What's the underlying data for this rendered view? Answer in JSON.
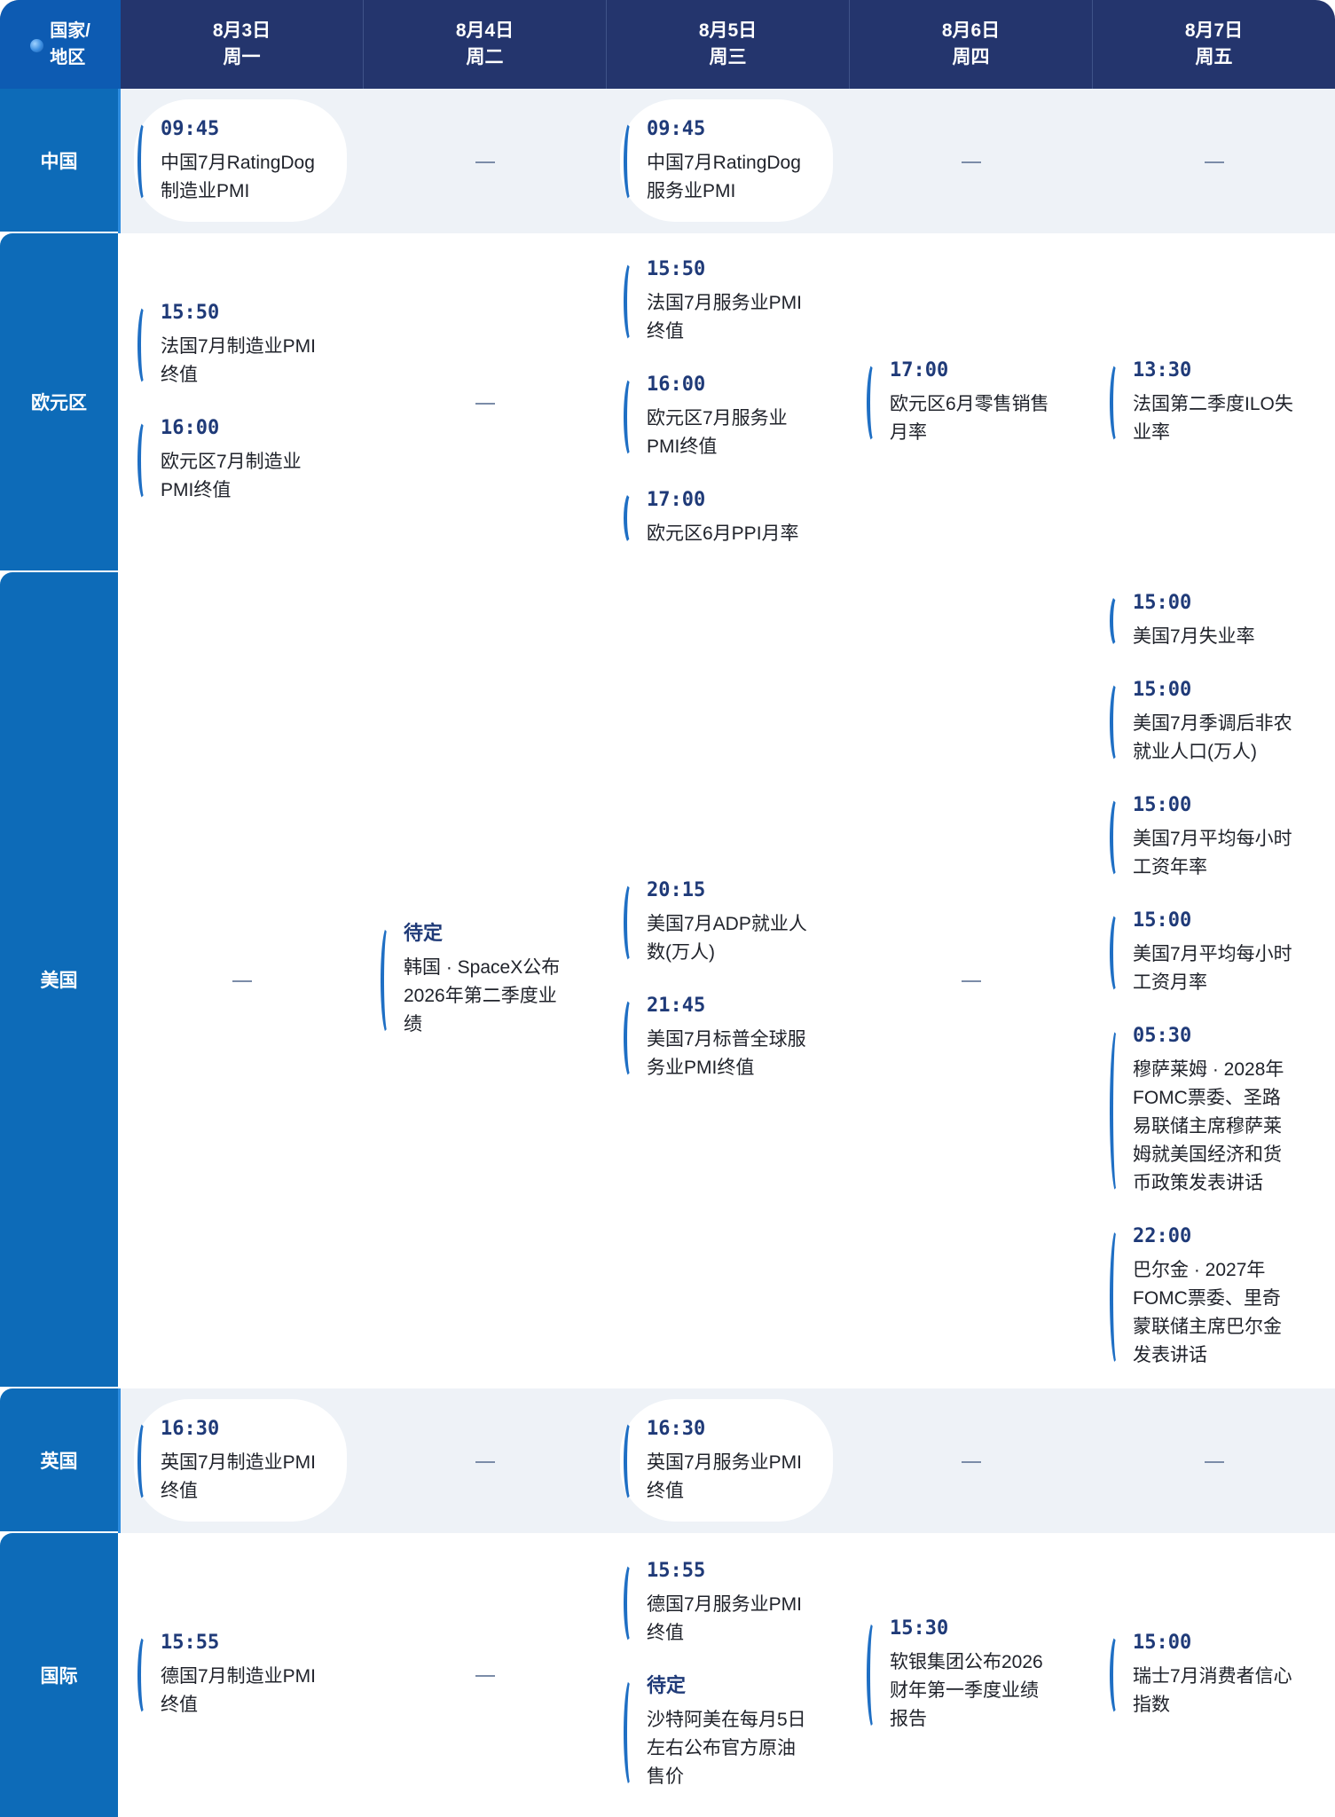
{
  "header": {
    "corner_label_1": "国家/",
    "corner_label_2": "地区",
    "globe_icon": "globe-icon",
    "days": [
      {
        "date": "8月3日",
        "weekday": "周一"
      },
      {
        "date": "8月4日",
        "weekday": "周二"
      },
      {
        "date": "8月5日",
        "weekday": "周三"
      },
      {
        "date": "8月6日",
        "weekday": "周四"
      },
      {
        "date": "8月7日",
        "weekday": "周五"
      }
    ]
  },
  "rows": [
    {
      "country": "中国",
      "shaded": true,
      "days": [
        [
          {
            "time": "09:45",
            "lines": [
              "中国7月RatingDog",
              "制造业PMI"
            ]
          }
        ],
        [],
        [
          {
            "time": "09:45",
            "lines": [
              "中国7月RatingDog",
              "服务业PMI"
            ]
          }
        ],
        [],
        []
      ]
    },
    {
      "country": "欧元区",
      "shaded": false,
      "days": [
        [
          {
            "time": "15:50",
            "lines": [
              "法国7月制造业PMI",
              "终值"
            ]
          },
          {
            "time": "16:00",
            "lines": [
              "欧元区7月制造业",
              "PMI终值"
            ]
          }
        ],
        [],
        [
          {
            "time": "15:50",
            "lines": [
              "法国7月服务业PMI",
              "终值"
            ]
          },
          {
            "time": "16:00",
            "lines": [
              "欧元区7月服务业",
              "PMI终值"
            ]
          },
          {
            "time": "17:00",
            "lines": [
              "欧元区6月PPI月率"
            ]
          }
        ],
        [
          {
            "time": "17:00",
            "lines": [
              "欧元区6月零售销售",
              "月率"
            ]
          }
        ],
        [
          {
            "time": "13:30",
            "lines": [
              "法国第二季度ILO失",
              "业率"
            ]
          }
        ]
      ]
    },
    {
      "country": "美国",
      "shaded": false,
      "days": [
        [],
        [
          {
            "time": "待定",
            "lines": [
              "韩国 · SpaceX公布",
              "2026年第二季度业",
              "绩"
            ]
          }
        ],
        [
          {
            "time": "20:15",
            "lines": [
              "美国7月ADP就业人",
              "数(万人)"
            ]
          },
          {
            "time": "21:45",
            "lines": [
              "美国7月标普全球服",
              "务业PMI终值"
            ]
          }
        ],
        [],
        [
          {
            "time": "15:00",
            "lines": [
              "美国7月失业率"
            ]
          },
          {
            "time": "15:00",
            "lines": [
              "美国7月季调后非农",
              "就业人口(万人)"
            ]
          },
          {
            "time": "15:00",
            "lines": [
              "美国7月平均每小时",
              "工资年率"
            ]
          },
          {
            "time": "15:00",
            "lines": [
              "美国7月平均每小时",
              "工资月率"
            ]
          },
          {
            "time": "05:30",
            "lines": [
              "穆萨莱姆 · 2028年",
              "FOMC票委、圣路",
              "易联储主席穆萨莱",
              "姆就美国经济和货",
              "币政策发表讲话"
            ]
          },
          {
            "time": "22:00",
            "lines": [
              "巴尔金 · 2027年",
              "FOMC票委、里奇",
              "蒙联储主席巴尔金",
              "发表讲话"
            ]
          }
        ]
      ]
    },
    {
      "country": "英国",
      "shaded": true,
      "days": [
        [
          {
            "time": "16:30",
            "lines": [
              "英国7月制造业PMI",
              "终值"
            ]
          }
        ],
        [],
        [
          {
            "time": "16:30",
            "lines": [
              "英国7月服务业PMI",
              "终值"
            ]
          }
        ],
        [],
        []
      ]
    },
    {
      "country": "国际",
      "shaded": false,
      "days": [
        [
          {
            "time": "15:55",
            "lines": [
              "德国7月制造业PMI",
              "终值"
            ]
          }
        ],
        [],
        [
          {
            "time": "15:55",
            "lines": [
              "德国7月服务业PMI",
              "终值"
            ]
          },
          {
            "time": "待定",
            "lines": [
              "沙特阿美在每月5日",
              "左右公布官方原油",
              "售价"
            ]
          }
        ],
        [
          {
            "time": "15:30",
            "lines": [
              "软银集团公布2026",
              "财年第一季度业绩",
              "报告"
            ]
          }
        ],
        [
          {
            "time": "15:00",
            "lines": [
              "瑞士7月消费者信心",
              "指数"
            ]
          }
        ]
      ]
    }
  ]
}
